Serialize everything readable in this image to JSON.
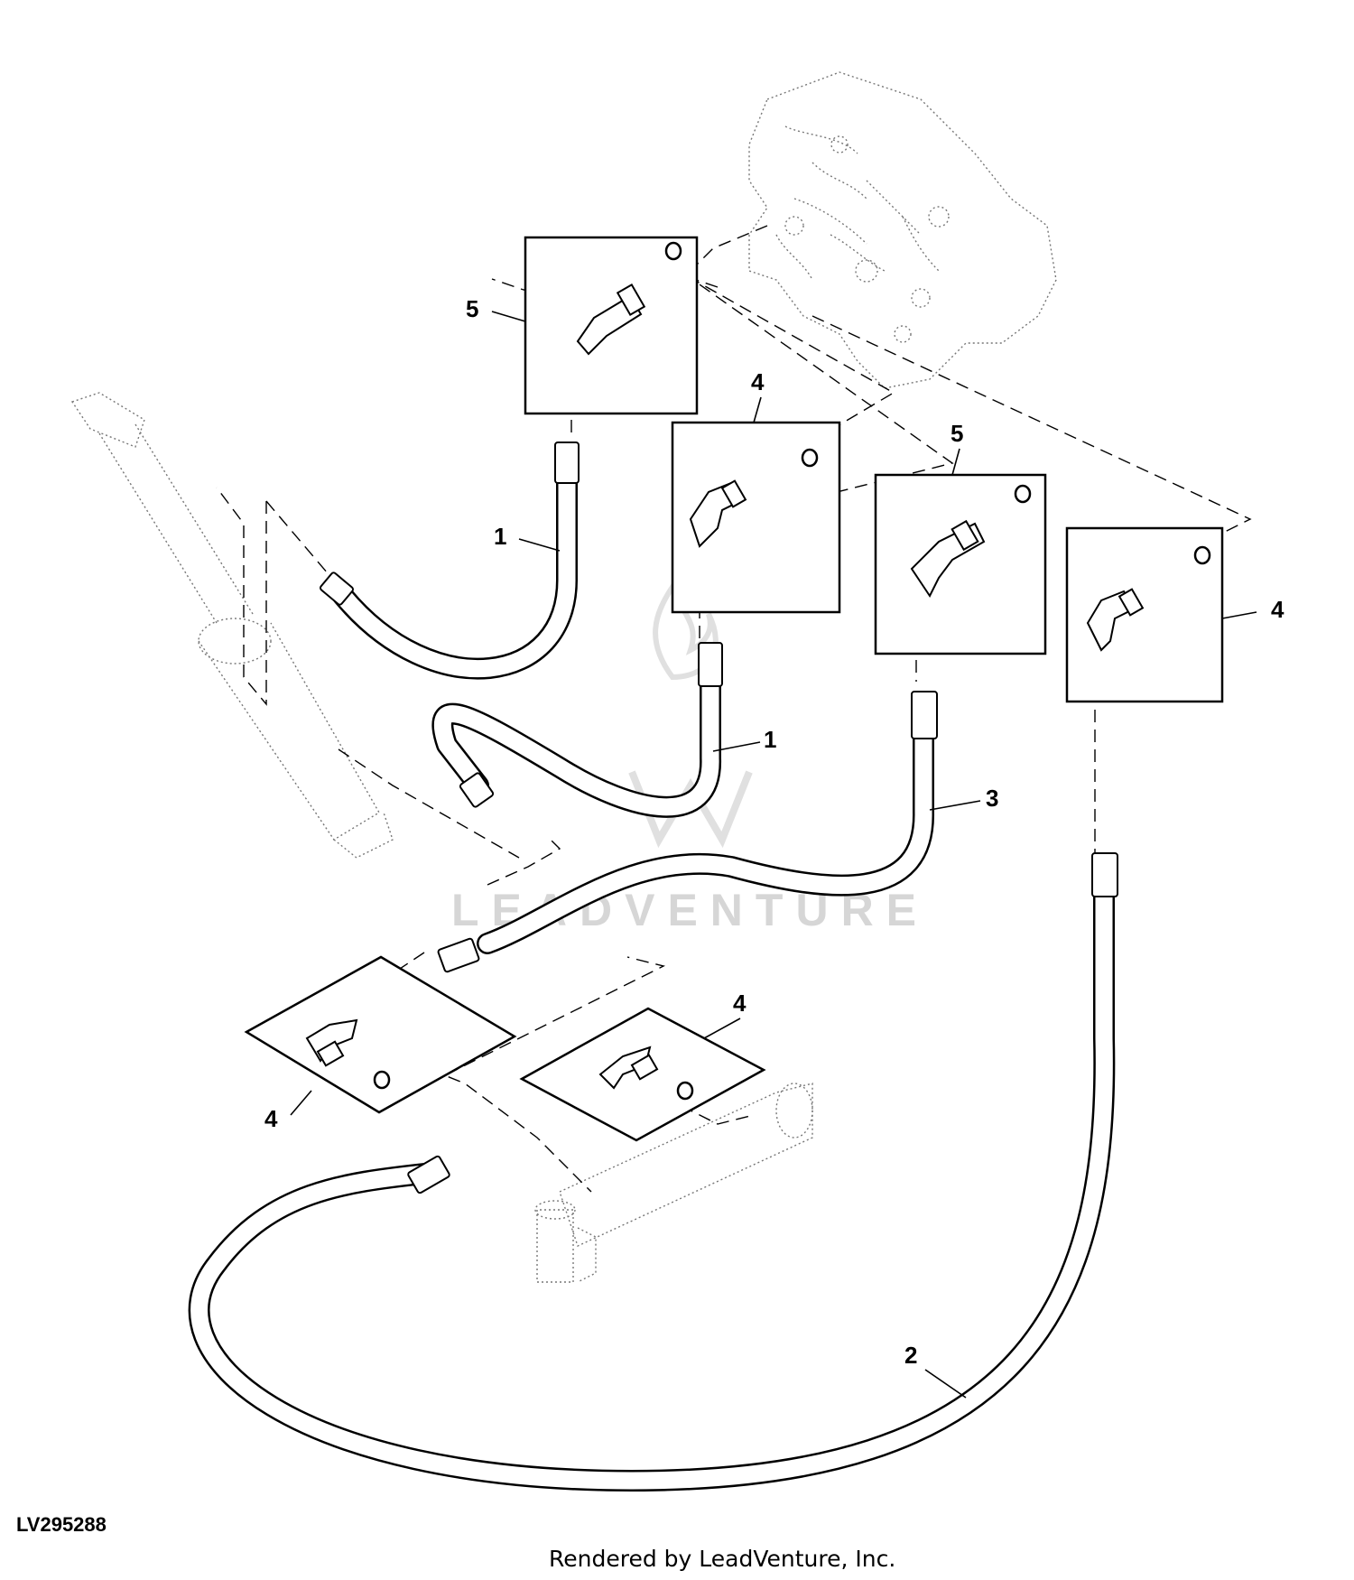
{
  "figure": {
    "id": "LV295288",
    "credit": "Rendered by LeadVenture, Inc.",
    "watermark": "LEADVENTURE"
  },
  "callouts": [
    {
      "key": "c1",
      "label": "5"
    },
    {
      "key": "c2",
      "label": "4"
    },
    {
      "key": "c3",
      "label": "5"
    },
    {
      "key": "c4",
      "label": "4"
    },
    {
      "key": "c5",
      "label": "1"
    },
    {
      "key": "c6",
      "label": "1"
    },
    {
      "key": "c7",
      "label": "3"
    },
    {
      "key": "c8",
      "label": "4"
    },
    {
      "key": "c9",
      "label": "4"
    },
    {
      "key": "c10",
      "label": "2"
    }
  ]
}
